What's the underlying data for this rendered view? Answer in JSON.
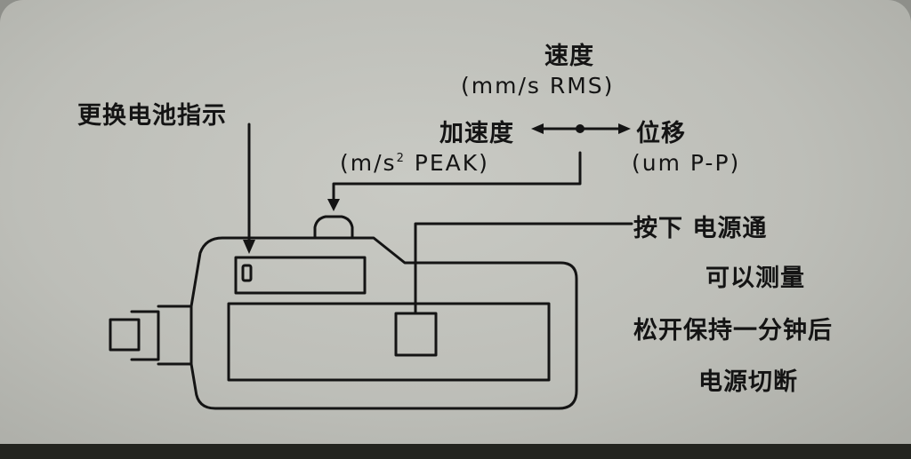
{
  "labels": {
    "battery": "更换电池指示",
    "velocity": "速度",
    "velocity_unit": "(mm/s  RMS)",
    "acceleration": "加速度",
    "displacement": "位移",
    "acceleration_unit_a": "(m/s",
    "acceleration_unit_sup": "2",
    "acceleration_unit_b": "  PEAK)",
    "displacement_unit": "(um  P-P)",
    "press_power": "按下 电源通",
    "measure": "可以测量",
    "release_hold": "松开保持一分钟后",
    "power_off": "电源切断"
  },
  "colors": {
    "panel": "#c4c5bf",
    "ink": "#141414",
    "bottom_strip": "#23241f"
  }
}
